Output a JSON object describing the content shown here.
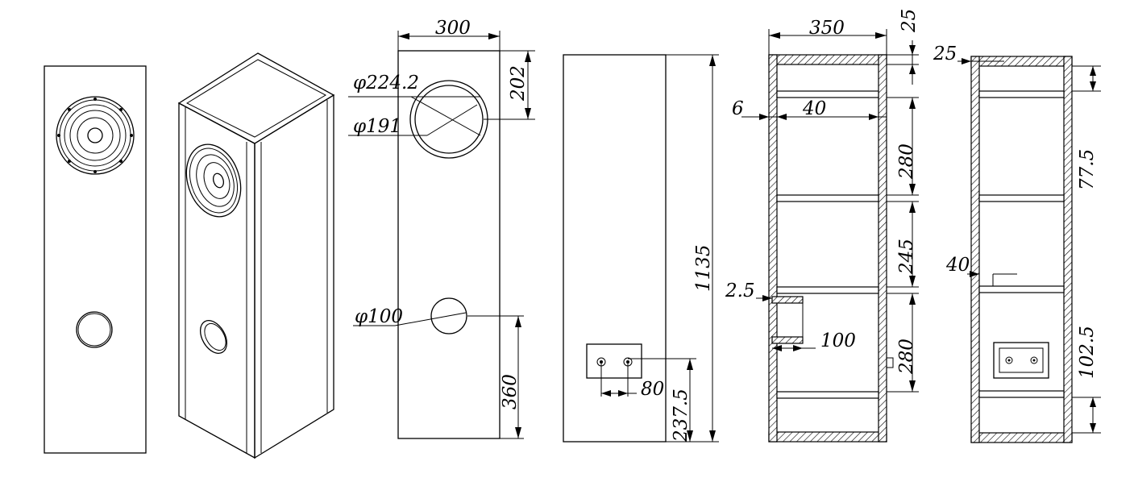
{
  "colors": {
    "ink": "#000000",
    "paper": "#ffffff"
  },
  "dimensions": {
    "front_width": "300",
    "woofer_outer_diameter": "φ224.2",
    "woofer_cutout_diameter": "φ191",
    "woofer_top_offset": "202",
    "port_diameter": "φ100",
    "port_bottom_offset": "360",
    "terminal_spacing": "80",
    "terminal_height": "237.5",
    "total_height": "1135",
    "side_width": "350",
    "panel_thickness_top": "25",
    "inner_offset": "6",
    "shelf_depth": "40",
    "gap_upper": "280",
    "gap_middle": "245",
    "shelf_thickness": "2.5",
    "port_tube_length": "100",
    "gap_lower": "280",
    "panel_thickness_right": "25",
    "back_upper": "77.5",
    "back_shelf": "40",
    "back_lower": "102.5"
  }
}
